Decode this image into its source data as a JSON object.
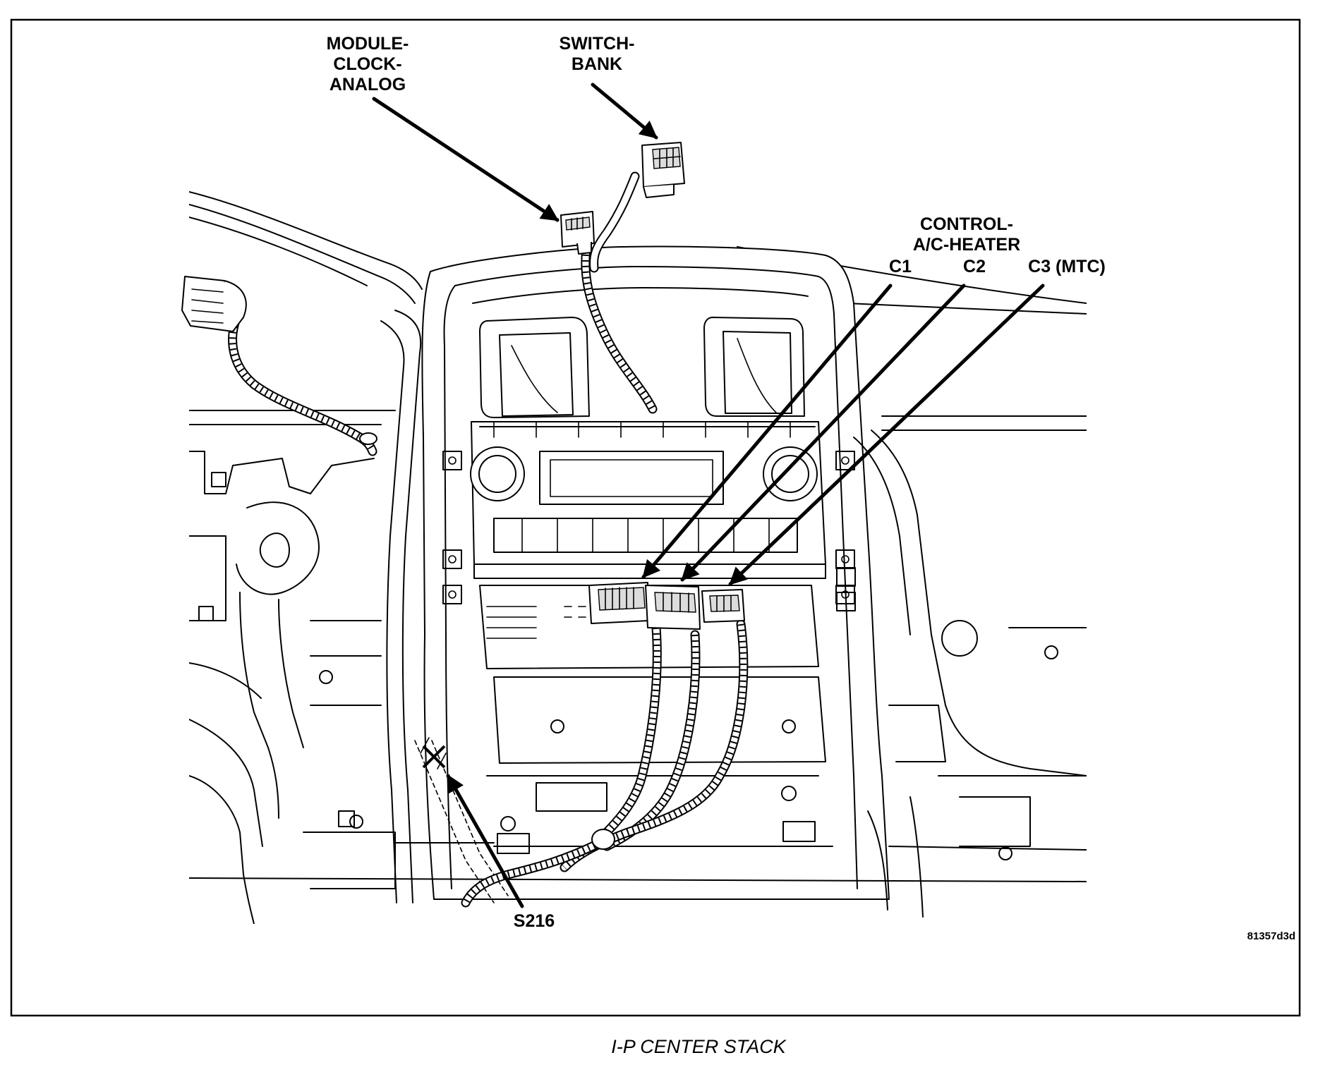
{
  "figure": {
    "caption": "I-P CENTER STACK",
    "code": "81357d3d"
  },
  "callouts": {
    "module_clock": [
      "MODULE-",
      "CLOCK-",
      "ANALOG"
    ],
    "switch_bank": [
      "SWITCH-",
      "BANK"
    ],
    "control_heater": [
      "CONTROL-",
      "A/C-HEATER"
    ],
    "c1": "C1",
    "c2": "C2",
    "c3": "C3 (MTC)",
    "splice": "S216"
  }
}
